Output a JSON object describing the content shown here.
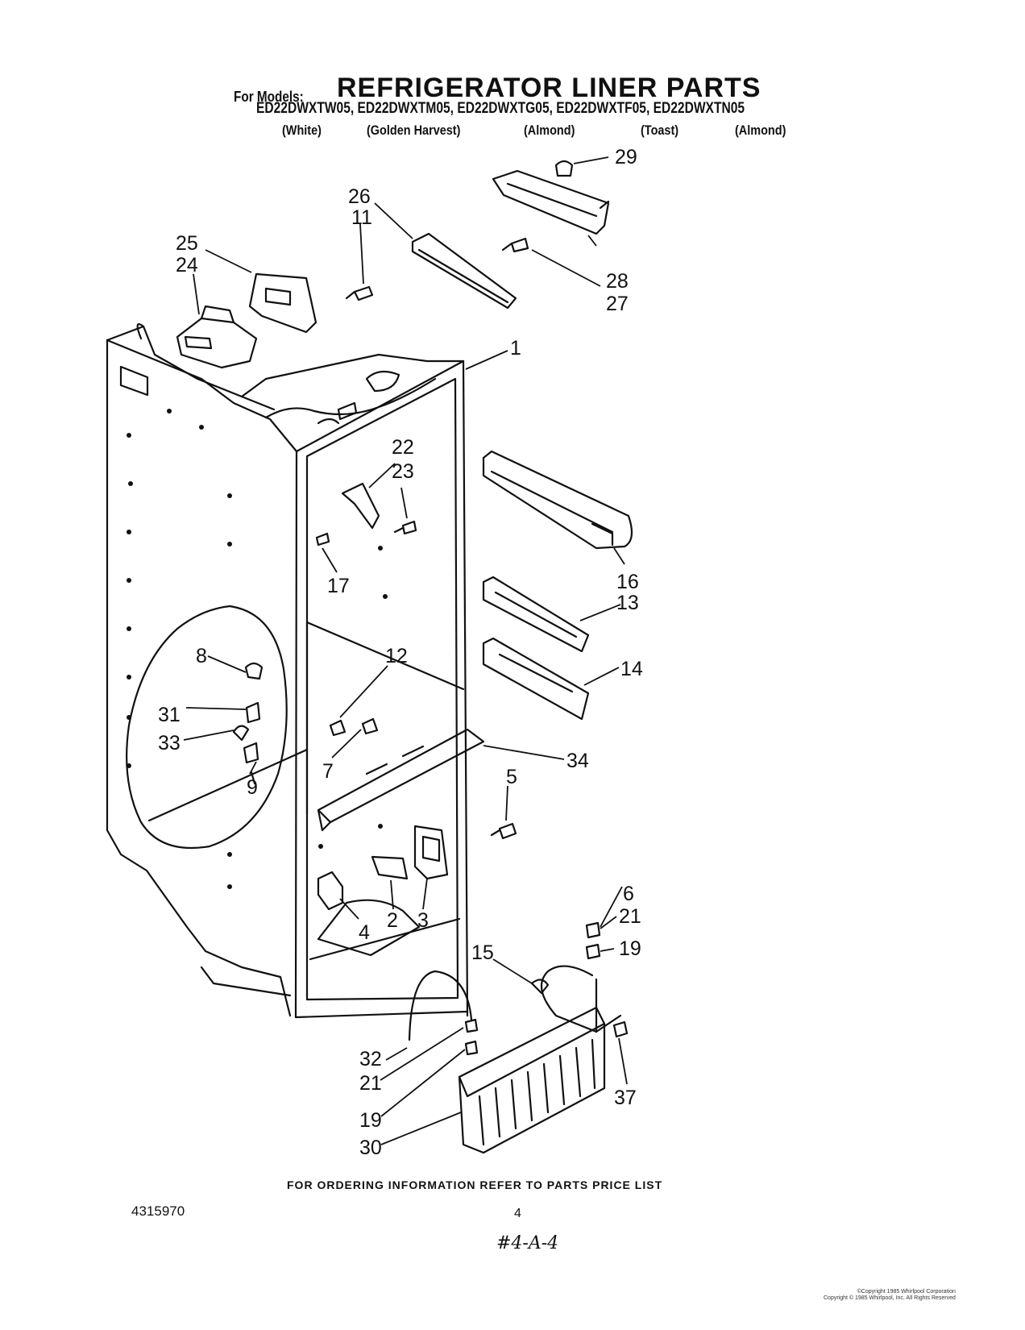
{
  "header": {
    "for_models": "For Models:",
    "title": "REFRIGERATOR LINER PARTS",
    "models": "ED22DWXTW05, ED22DWXTM05, ED22DWXTG05, ED22DWXTF05, ED22DWXTN05",
    "finishes": [
      "(White)",
      "(Golden Harvest)",
      "(Almond)",
      "(Toast)",
      "(Almond)"
    ]
  },
  "callouts": [
    "1",
    "2",
    "3",
    "4",
    "5",
    "6",
    "7",
    "8",
    "9",
    "11",
    "12",
    "13",
    "14",
    "15",
    "16",
    "17",
    "19",
    "19",
    "21",
    "21",
    "22",
    "23",
    "24",
    "25",
    "26",
    "27",
    "28",
    "29",
    "30",
    "31",
    "32",
    "33",
    "34",
    "37"
  ],
  "footer": {
    "ordering": "FOR ORDERING INFORMATION REFER TO PARTS PRICE LIST",
    "part_number": "4315970",
    "page_number": "4",
    "handwritten": "#4-A-4",
    "copyright_line1": "©Copyright 1985 Whirlpool Corporation",
    "copyright_line2": "Copyright © 1985 Whirlpool, Inc. All Rights Reserved"
  }
}
